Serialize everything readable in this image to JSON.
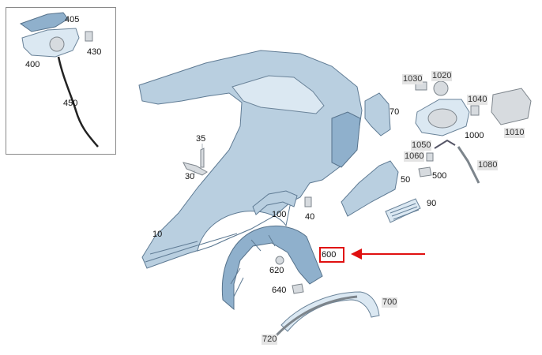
{
  "highlighted_part": "600",
  "colors": {
    "part_fill": "#b9cfe0",
    "part_stroke": "#5f7b94",
    "highlight": "#e01010",
    "label_bg": "#e4e4e4"
  },
  "inset_labels": [
    "405",
    "430",
    "400",
    "450"
  ],
  "main_labels": [
    "1030",
    "1020",
    "70",
    "1040",
    "1010",
    "1000",
    "1050",
    "1060",
    "1080",
    "500",
    "50",
    "90",
    "35",
    "30",
    "100",
    "40",
    "10",
    "620",
    "640",
    "700",
    "720"
  ]
}
